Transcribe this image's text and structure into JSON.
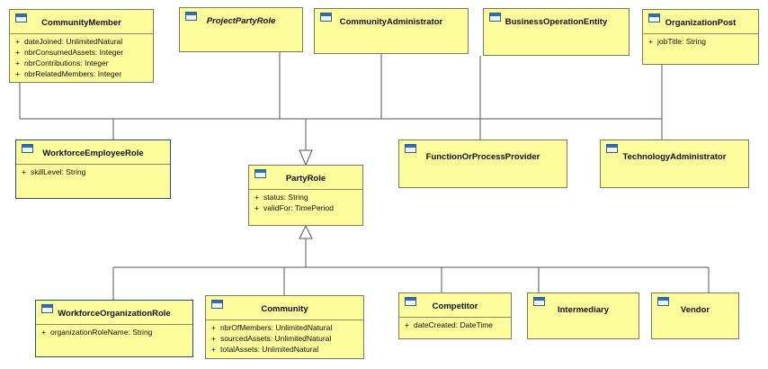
{
  "classes": {
    "community_member": {
      "name": "CommunityMember",
      "attributes": [
        {
          "vis": "+",
          "text": "dateJoined: UnlimitedNatural"
        },
        {
          "vis": "+",
          "text": "nbrConsumedAssets: Integer"
        },
        {
          "vis": "+",
          "text": "nbrContributions: Integer"
        },
        {
          "vis": "+",
          "text": "nbrRelatedMembers: Integer"
        }
      ]
    },
    "project_party_role": {
      "name": "ProjectPartyRole"
    },
    "community_administrator": {
      "name": "CommunityAdministrator"
    },
    "business_operation_entity": {
      "name": "BusinessOperationEntity"
    },
    "organization_post": {
      "name": "OrganizationPost",
      "attributes": [
        {
          "vis": "+",
          "text": "jobTitle: String"
        }
      ]
    },
    "workforce_employee_role": {
      "name": "WorkforceEmployeeRole",
      "attributes": [
        {
          "vis": "+",
          "text": "skillLevel: String"
        }
      ]
    },
    "party_role": {
      "name": "PartyRole",
      "attributes": [
        {
          "vis": "+",
          "text": "status: String"
        },
        {
          "vis": "+",
          "text": "validFor: TimePeriod"
        }
      ]
    },
    "function_or_process_provider": {
      "name": "FunctionOrProcessProvider"
    },
    "technology_administrator": {
      "name": "TechnologyAdministrator"
    },
    "workforce_organization_role": {
      "name": "WorkforceOrganizationRole",
      "attributes": [
        {
          "vis": "+",
          "text": "organizationRoleName: String"
        }
      ]
    },
    "community": {
      "name": "Community",
      "attributes": [
        {
          "vis": "+",
          "text": "nbrOfMembers: UnlimitedNatural"
        },
        {
          "vis": "+",
          "text": "sourcedAssets: UnlimitedNatural"
        },
        {
          "vis": "+",
          "text": "totalAssets: UnlimitedNatural"
        }
      ]
    },
    "competitor": {
      "name": "Competitor",
      "attributes": [
        {
          "vis": "+",
          "text": "dateCreated: DateTime"
        }
      ]
    },
    "intermediary": {
      "name": "Intermediary"
    },
    "vendor": {
      "name": "Vendor"
    }
  }
}
